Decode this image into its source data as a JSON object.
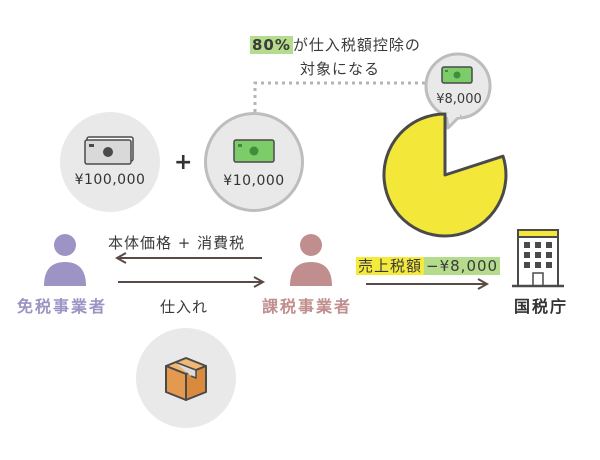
{
  "note": {
    "percent": "80%",
    "line1_rest": "が仕入税額控除の",
    "line2": "対象になる"
  },
  "bubble": {
    "amount": "¥8,000"
  },
  "cash_big": {
    "amount": "¥100,000"
  },
  "cash_small": {
    "amount": "¥10,000"
  },
  "plus": "+",
  "top_label": "本体価格 + 消費税",
  "bottom_label": "仕入れ",
  "exempt": {
    "label": "免税事業者"
  },
  "taxable": {
    "label": "課税事業者"
  },
  "office": {
    "label": "国税庁"
  },
  "sales_tax": {
    "label": "売上税額",
    "amount": "−¥8,000"
  },
  "colors": {
    "exempt": "#9d93c4",
    "taxable": "#c08e8e",
    "pie": "#f3e83a",
    "highlight_green": "#b4dc8c",
    "highlight_yellow": "#f5ea3c",
    "bill_green": "#7ccd6a",
    "arrow": "#5a4a45"
  }
}
